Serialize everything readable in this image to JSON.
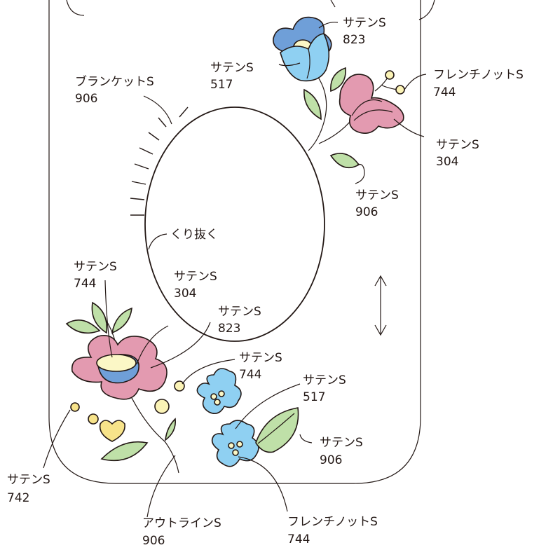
{
  "labels": {
    "top_right_satin": {
      "stitch": "サテンS",
      "color": "823"
    },
    "top_left_satin": {
      "stitch": "サテンS",
      "color": "517"
    },
    "blanket": {
      "stitch": "ブランケットS",
      "color": "906"
    },
    "french_knot_top": {
      "stitch": "フレンチノットS",
      "color": "744"
    },
    "satin_304_right": {
      "stitch": "サテンS",
      "color": "304"
    },
    "satin_906_right": {
      "stitch": "サテンS",
      "color": "906"
    },
    "cutout": {
      "text": "くり抜く"
    },
    "satin_744_left": {
      "stitch": "サテンS",
      "color": "744"
    },
    "satin_304_center": {
      "stitch": "サテンS",
      "color": "304"
    },
    "satin_823_center": {
      "stitch": "サテンS",
      "color": "823"
    },
    "satin_744_bottom": {
      "stitch": "サテンS",
      "color": "744"
    },
    "satin_517_bottom": {
      "stitch": "サテンS",
      "color": "517"
    },
    "satin_906_bottom": {
      "stitch": "サテンS",
      "color": "906"
    },
    "satin_742": {
      "stitch": "サテンS",
      "color": "742"
    },
    "outline": {
      "stitch": "アウトラインS",
      "color": "906"
    },
    "french_knot_bottom": {
      "stitch": "フレンチノットS",
      "color": "744"
    }
  },
  "colors": {
    "outline": "#231815",
    "blue_dark": "#6f9fd8",
    "blue_light": "#8fd0f2",
    "cream": "#fbf7c6",
    "pink": "#e39ab0",
    "leaf_green": "#bfe0a8",
    "yellow": "#f7e38a",
    "pale_yellow": "#fbf3b6"
  }
}
